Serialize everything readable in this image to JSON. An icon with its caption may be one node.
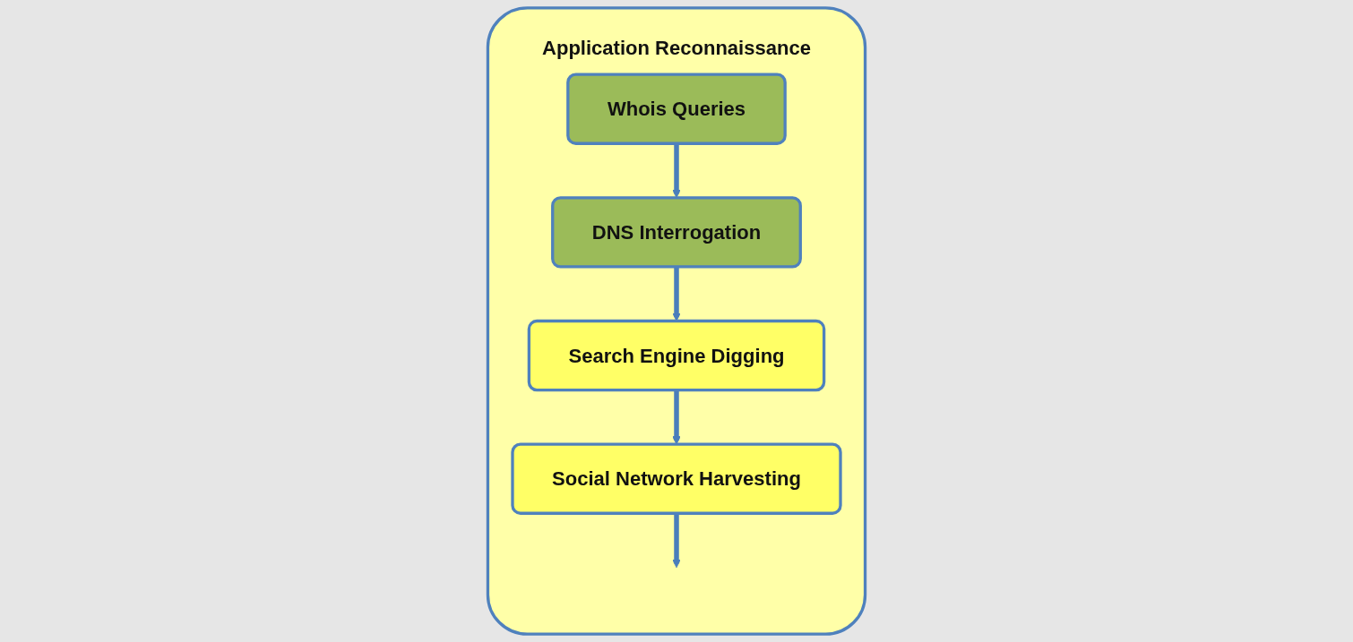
{
  "diagram": {
    "nodes": [
      {
        "text": [
          "Application Reconnaissance"
        ]
      },
      {
        "text": [
          "Whois Queries"
        ],
        "in": 0
      },
      {
        "text": [
          "DNS Interrogation"
        ],
        "in": 0
      },
      {
        "text": [
          "Search Engine Digging"
        ],
        "in": 0
      },
      {
        "text": [
          "Social Network Harvesting"
        ],
        "in": 0
      }
    ],
    "edges": [
      {
        "from": 1,
        "to": 2,
        "arrow": "to"
      },
      {
        "from": 2,
        "to": 3,
        "arrow": "to"
      },
      {
        "from": 3,
        "to": 4,
        "arrow": "to"
      },
      {
        "from": 4,
        "to": null,
        "arrow": "to"
      }
    ]
  }
}
